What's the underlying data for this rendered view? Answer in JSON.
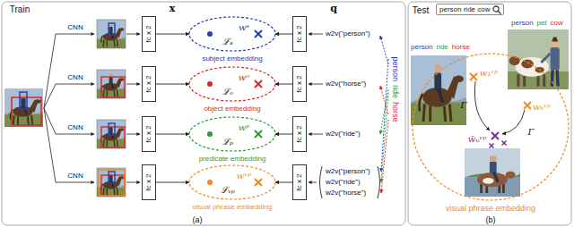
{
  "diagram": {
    "nodes": [
      {
        "text": [
          "fc x 2"
        ]
      },
      {
        "text": [
          "subject embedding"
        ]
      },
      {
        "text": [
          "fc x 2"
        ]
      },
      {
        "text": [
          "fc x 2"
        ]
      },
      {
        "text": [
          "object embedding"
        ]
      },
      {
        "text": [
          "fc x 2"
        ]
      },
      {
        "text": [
          "fc x 2"
        ]
      },
      {
        "text": [
          "predicate embedding"
        ]
      },
      {
        "text": [
          "fc x 2"
        ]
      },
      {
        "text": [
          "fc x 2"
        ]
      },
      {
        "text": [
          "visual phrase embedding"
        ]
      },
      {
        "text": [
          "fc x 2"
        ]
      },
      {
        "text": [
          "person ride cow"
        ]
      },
      {
        "text": [
          "visual phrase embedding"
        ]
      }
    ],
    "edges": [
      {
        "from": 0,
        "to": 1,
        "arrow": "to"
      },
      {
        "from": 2,
        "to": 1,
        "arrow": "to"
      },
      {
        "from": 3,
        "to": 4,
        "arrow": "to"
      },
      {
        "from": 5,
        "to": 4,
        "arrow": "to"
      },
      {
        "from": 6,
        "to": 7,
        "arrow": "to"
      },
      {
        "from": 8,
        "to": 7,
        "arrow": "to"
      },
      {
        "from": 9,
        "to": 10,
        "arrow": "to"
      },
      {
        "from": 11,
        "to": 10,
        "arrow": "to"
      }
    ],
    "labels": [
      "Train",
      "x",
      "q",
      "CNN",
      "CNN",
      "CNN",
      "CNN",
      "wˢ",
      "ℒₛ",
      "wᵒ",
      "ℒₒ",
      "wᵖ",
      "ℒₚ",
      "wᵛᵖ",
      "ℒᵥₚ",
      "w2v(\"person\")",
      "w2v(\"horse\")",
      "w2v(\"ride\")",
      "w2v(\"person\")",
      "w2v(\"ride\")",
      "w2v(\"horse\")",
      "person",
      "ride",
      "horse",
      "(a)",
      "Test",
      "person",
      "ride",
      "horse",
      "person",
      "pet",
      "cow",
      "w₁ᵛᵖ",
      "wₖᵛᵖ",
      "w̄ᵤᵛᵖ",
      "Γ",
      "Γ",
      "(b)"
    ]
  }
}
